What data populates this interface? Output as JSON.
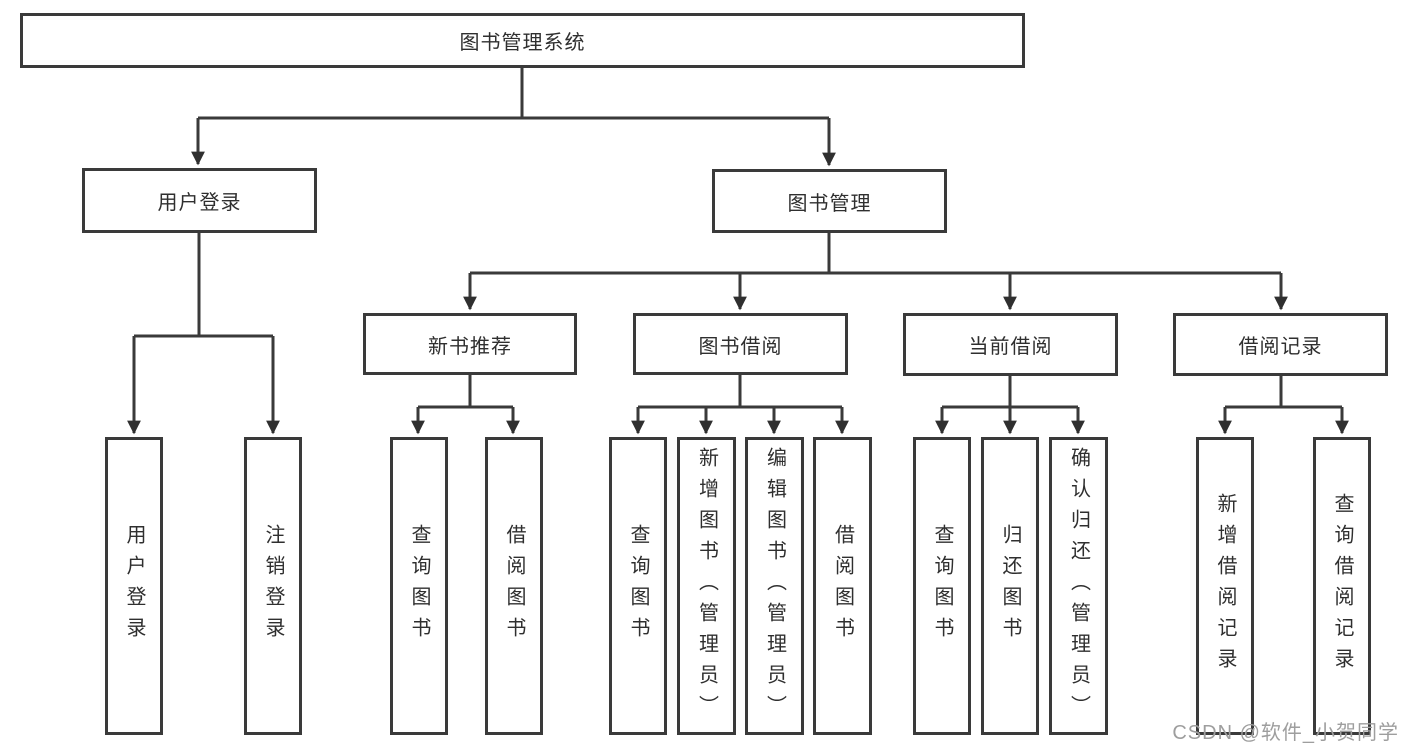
{
  "diagram": {
    "type": "tree",
    "title": "图书管理系统",
    "colors": {
      "line": "#3a3a3a",
      "text": "#2f2f2f",
      "box_bg": "#ffffff",
      "watermark": "#9e9e9e"
    },
    "root": {
      "label": "图书管理系统"
    },
    "branches": {
      "user_login": {
        "label": "用户登录",
        "children": [
          {
            "label": "用户登录"
          },
          {
            "label": "注销登录"
          }
        ]
      },
      "book_mgmt": {
        "label": "图书管理",
        "sections": [
          {
            "label": "新书推荐",
            "children": [
              {
                "label": "查询图书"
              },
              {
                "label": "借阅图书"
              }
            ]
          },
          {
            "label": "图书借阅",
            "children": [
              {
                "label": "查询图书"
              },
              {
                "label": "新增图书（管理员）"
              },
              {
                "label": "编辑图书（管理员）"
              },
              {
                "label": "借阅图书"
              }
            ]
          },
          {
            "label": "当前借阅",
            "children": [
              {
                "label": "查询图书"
              },
              {
                "label": "归还图书"
              },
              {
                "label": "确认归还（管理员）"
              }
            ]
          },
          {
            "label": "借阅记录",
            "children": [
              {
                "label": "新增借阅记录"
              },
              {
                "label": "查询借阅记录"
              }
            ]
          }
        ]
      }
    },
    "watermark": "CSDN @软件_小贺同学"
  }
}
